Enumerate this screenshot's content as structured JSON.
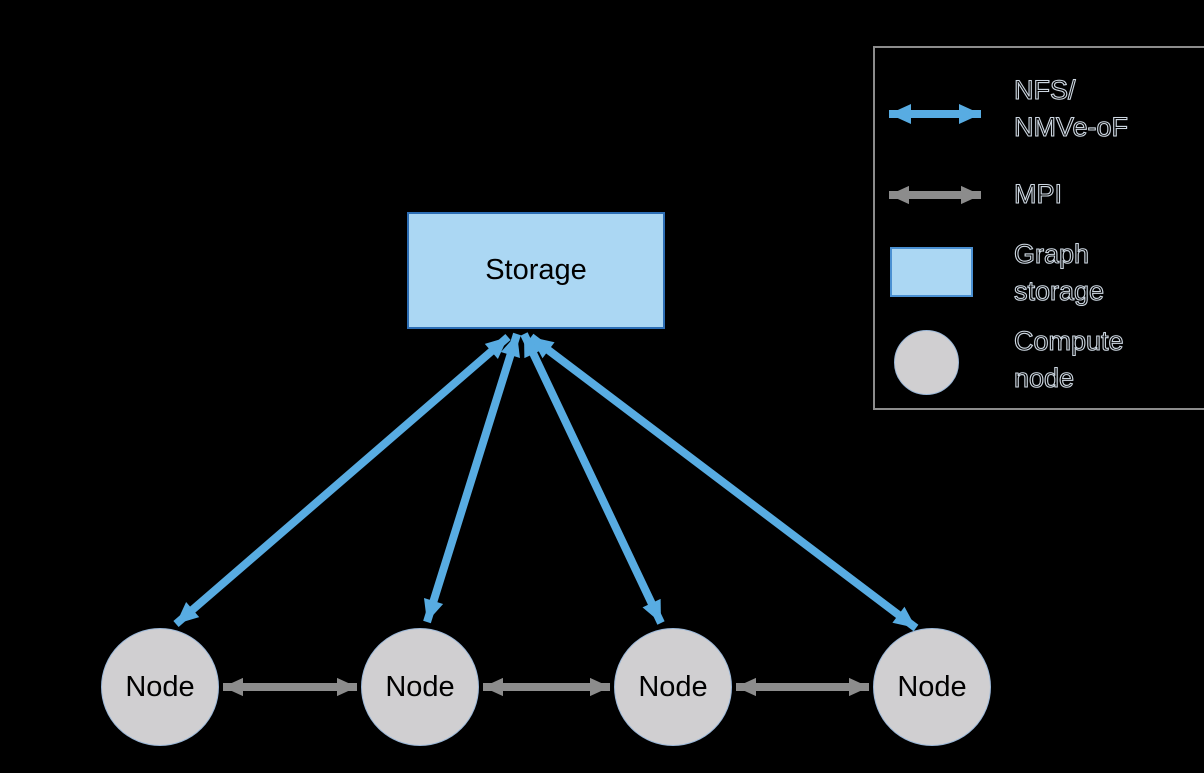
{
  "diagram": {
    "storage": {
      "label": "Storage"
    },
    "nodes": [
      {
        "label": "Node"
      },
      {
        "label": "Node"
      },
      {
        "label": "Node"
      },
      {
        "label": "Node"
      }
    ],
    "connections": [
      {
        "from": "storage",
        "to": "node-1",
        "type": "NFS/NMVe-oF",
        "arrow": "double"
      },
      {
        "from": "storage",
        "to": "node-2",
        "type": "NFS/NMVe-oF",
        "arrow": "double"
      },
      {
        "from": "storage",
        "to": "node-3",
        "type": "NFS/NMVe-oF",
        "arrow": "double"
      },
      {
        "from": "storage",
        "to": "node-4",
        "type": "NFS/NMVe-oF",
        "arrow": "double"
      },
      {
        "from": "node-1",
        "to": "node-2",
        "type": "MPI",
        "arrow": "double"
      },
      {
        "from": "node-2",
        "to": "node-3",
        "type": "MPI",
        "arrow": "double"
      },
      {
        "from": "node-3",
        "to": "node-4",
        "type": "MPI",
        "arrow": "double"
      }
    ]
  },
  "legend": {
    "items": [
      {
        "swatch": "blue-double-arrow",
        "line1": "NFS/",
        "line2": "NMVe-oF"
      },
      {
        "swatch": "gray-double-arrow",
        "line1": "MPI"
      },
      {
        "swatch": "blue-rectangle",
        "line1": "Graph",
        "line2": "storage"
      },
      {
        "swatch": "gray-circle",
        "line1": "Compute",
        "line2": "node"
      }
    ]
  },
  "colors": {
    "background": "#000000",
    "nfs_arrow": "#58ACE2",
    "mpi_arrow": "#8C8C8C",
    "storage_fill": "#ABD7F3",
    "storage_border": "#2C6DB4",
    "legend_rect_border": "#4A90D2",
    "node_fill": "#D0CFD1",
    "node_border": "#9CB8D8",
    "legend_border": "#8C8C8C",
    "text_outline": "#CDD7E1"
  }
}
